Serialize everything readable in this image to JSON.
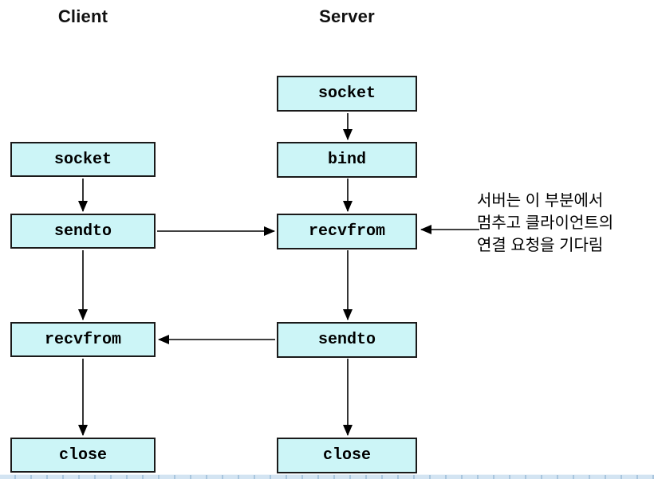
{
  "diagram": {
    "headers": {
      "client": "Client",
      "server": "Server"
    },
    "client_flow": [
      "socket",
      "sendto",
      "recvfrom",
      "close"
    ],
    "server_flow": [
      "socket",
      "bind",
      "recvfrom",
      "sendto",
      "close"
    ],
    "connections": [
      "client.sendto -> server.recvfrom",
      "server.sendto -> client.recvfrom"
    ],
    "annotation": {
      "lines": [
        "서버는 이 부분에서",
        "멈추고 클라이언트의",
        "연결 요청을 기다림"
      ],
      "points_to": "server.recvfrom"
    },
    "colors": {
      "box_fill": "#ccf5f7",
      "box_border": "#1a1a1a",
      "arrow": "#000000",
      "bottom_strip_fill": "#d3e4f2",
      "bottom_strip_line": "#a9c6de"
    }
  }
}
